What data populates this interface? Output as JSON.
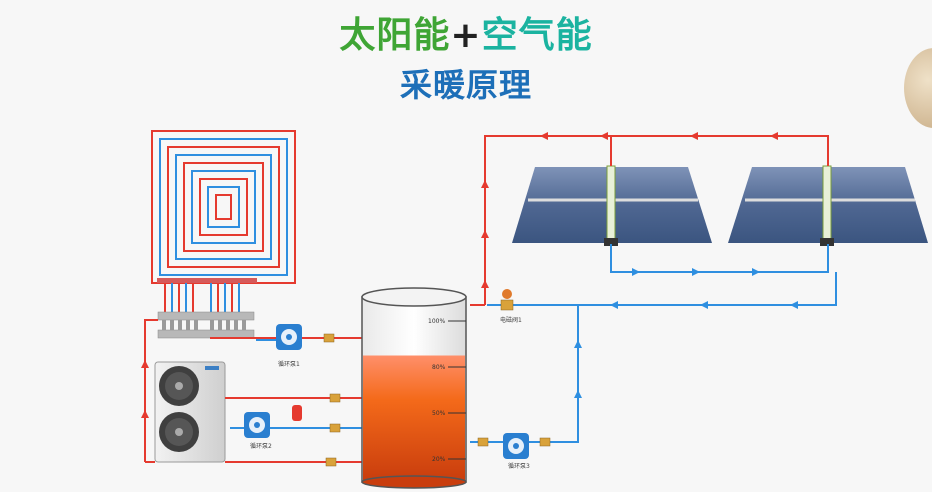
{
  "title": {
    "part1": "太阳能",
    "plus": "+",
    "part2": "空气能",
    "line2": "采暖原理"
  },
  "tank": {
    "levels": [
      "100%",
      "80%",
      "50%",
      "20%"
    ],
    "fill_level": 0.8
  },
  "labels": {
    "pump1": "循环泵1",
    "pump2": "循环泵2",
    "pump3": "循环泵3",
    "valve1": "电磁阀1"
  },
  "colors": {
    "hot": "#e53a2f",
    "cold": "#2f8fe0",
    "title_green": "#3fa535",
    "title_teal": "#1bb3a0",
    "title_blue": "#1d6fb8",
    "water": "#f46a1a"
  }
}
